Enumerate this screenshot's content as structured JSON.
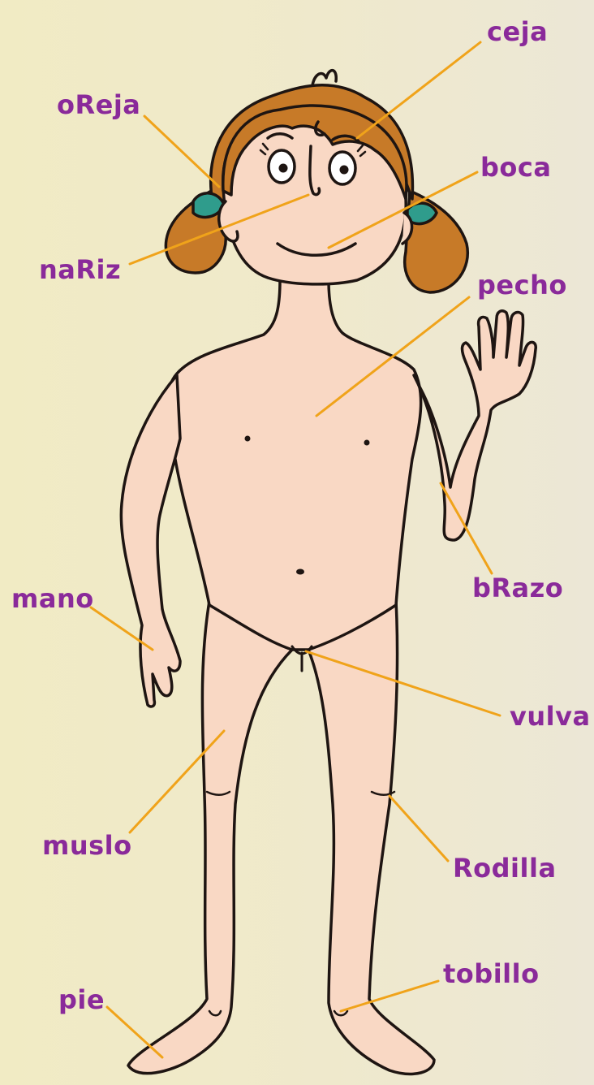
{
  "labels": {
    "ceja": "ceja",
    "oreja": "oReja",
    "boca": "boca",
    "nariz": "naRiz",
    "pecho": "pecho",
    "brazo": "bRazo",
    "mano": "mano",
    "vulva": "vulva",
    "muslo": "muslo",
    "rodilla": "Rodilla",
    "tobillo": "tobillo",
    "pie": "pie"
  },
  "colors": {
    "label": "#8a2a9a",
    "leader_line": "#f0a31a",
    "skin": "#f9d8c4",
    "hair": "#c77a28",
    "hair_tie": "#2f9c8c",
    "outline": "#1e1512"
  }
}
